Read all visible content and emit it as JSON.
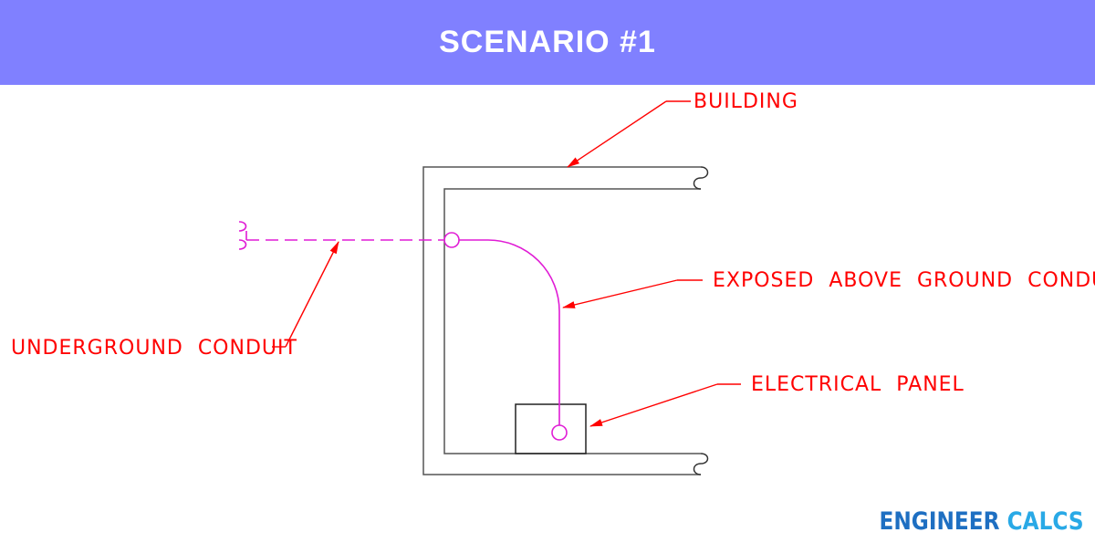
{
  "banner": {
    "title": "SCENARIO #1"
  },
  "labels": {
    "building": "BUILDING",
    "exposed_conduit": "EXPOSED  ABOVE  GROUND  CONDUIT",
    "underground_conduit": "UNDERGROUND  CONDUIT",
    "electrical_panel": "ELECTRICAL  PANEL"
  },
  "brand": {
    "word1": "ENGINEER",
    "word2": "CALCS"
  },
  "colors": {
    "banner": "#8080ff",
    "annotation": "#ff0000",
    "conduit": "#e01cd5",
    "structure": "#555555",
    "brand_primary": "#1e6fc2",
    "brand_secondary": "#29a9e6"
  }
}
